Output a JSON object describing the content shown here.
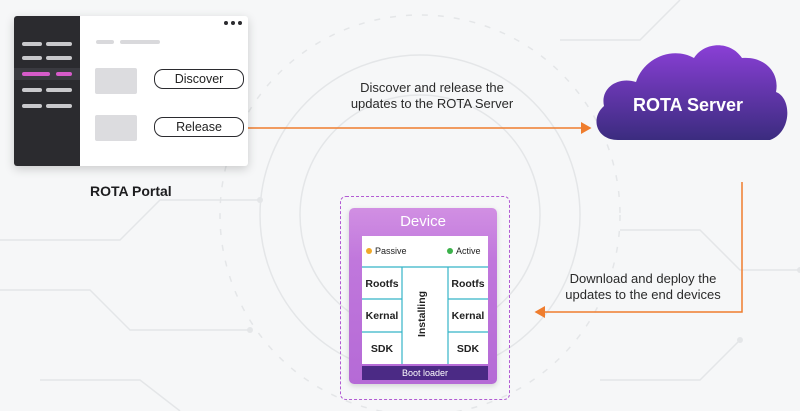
{
  "portal": {
    "discover_label": "Discover",
    "release_label": "Release",
    "title": "ROTA Portal"
  },
  "captions": {
    "top_line1": "Discover and release the",
    "top_line2": "updates to the ROTA Server",
    "bottom_line1": "Download and deploy the",
    "bottom_line2": "updates to the end devices"
  },
  "server": {
    "label": "ROTA Server"
  },
  "device": {
    "title": "Device",
    "passive_label": "Passive",
    "active_label": "Active",
    "left_partitions": [
      "Rootfs",
      "Kernal",
      "SDK"
    ],
    "right_partitions": [
      "Rootfs",
      "Kernal",
      "SDK"
    ],
    "installing_label": "Installing",
    "bootloader_label": "Boot loader"
  },
  "colors": {
    "arrow": "#ef7d2e",
    "cloud_start": "#8a3fd6",
    "cloud_end": "#3b2c7f",
    "device": "#c077dc",
    "bootloader": "#4b2a85",
    "grid_lines": "#35b5c8",
    "passive_dot": "#f0a92a",
    "active_dot": "#3bb14a"
  }
}
